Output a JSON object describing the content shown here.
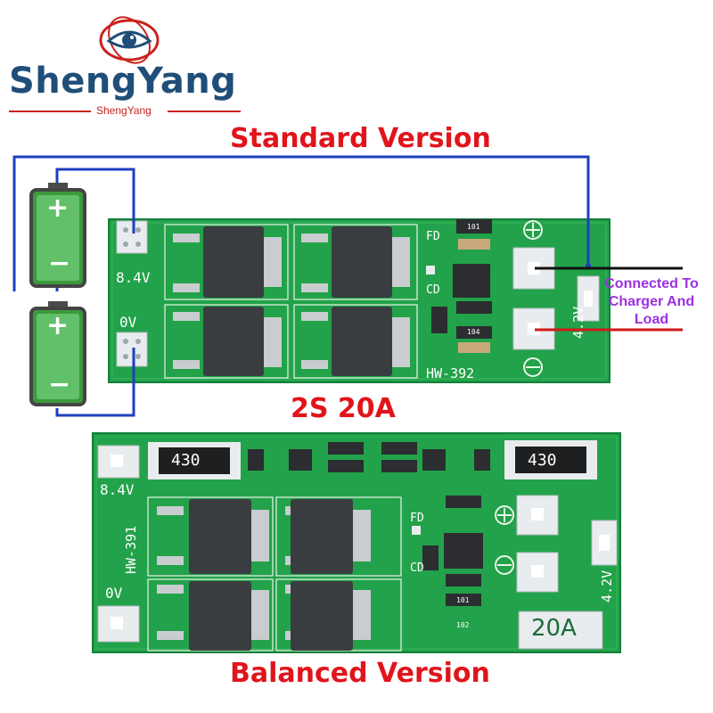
{
  "brand": {
    "name": "ShengYang",
    "sub": "ShengYang",
    "logo_icon": "eye-logo-icon",
    "colors": {
      "primary": "#1f4e79",
      "accent": "#c8231e"
    }
  },
  "titles": {
    "standard": "Standard Version",
    "model": "2S 20A",
    "balanced": "Balanced Version"
  },
  "note": {
    "line1": "Connected To",
    "line2": "Charger And",
    "line3": "Load"
  },
  "standard_board": {
    "label_84v": "8.4V",
    "label_0v": "0V",
    "label_42v": "4.2V",
    "model": "HW-392",
    "fd": "FD",
    "cd": "CD",
    "r101": "101",
    "r104": "104"
  },
  "balanced_board": {
    "label_84v": "8.4V",
    "label_0v": "0V",
    "label_42v": "4.2V",
    "model": "HW-391",
    "fd": "FD",
    "cd": "CD",
    "resistor_left": "430",
    "resistor_right": "430",
    "rating": "20A",
    "r101": "101",
    "r102": "102"
  },
  "batteries": [
    {
      "plus": "+",
      "minus": "−"
    },
    {
      "plus": "+",
      "minus": "−"
    }
  ],
  "colors": {
    "pcb": "#1f9e45",
    "wire": "#1e3fbf",
    "title_red": "#e0151b",
    "note_purple": "#9b30e0"
  }
}
